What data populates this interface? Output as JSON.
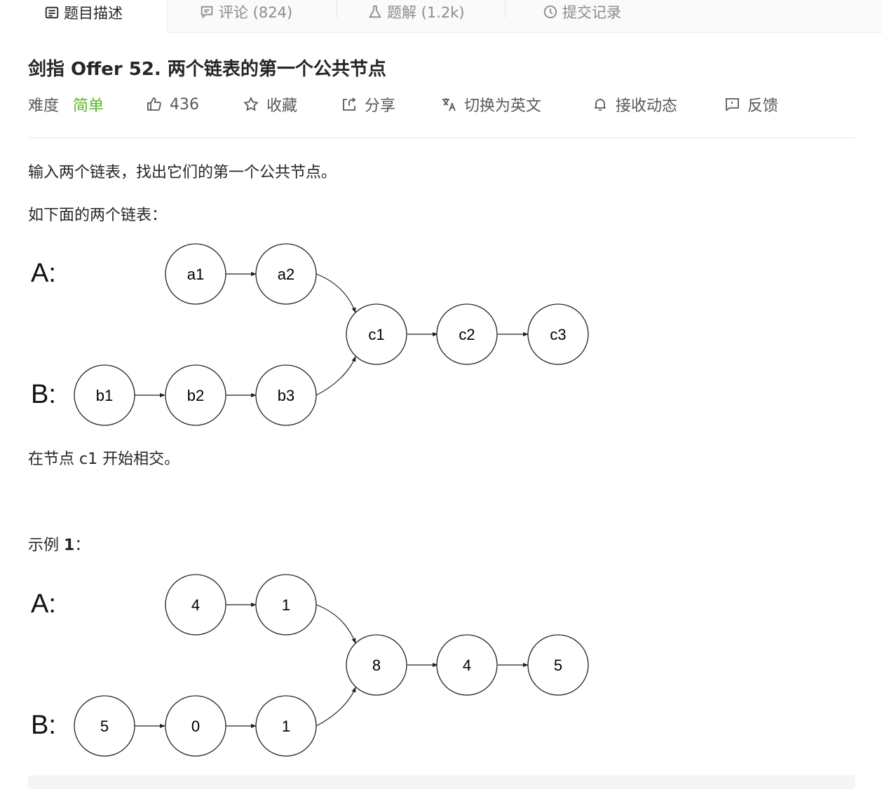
{
  "tabs": [
    {
      "label": "题目描述",
      "icon": "description-icon",
      "active": true
    },
    {
      "label": "评论 (824)",
      "icon": "comment-icon",
      "active": false
    },
    {
      "label": "题解 (1.2k)",
      "icon": "flask-icon",
      "active": false
    },
    {
      "label": "提交记录",
      "icon": "clock-icon",
      "active": false
    }
  ],
  "problem": {
    "title": "剑指 Offer 52. 两个链表的第一个公共节点",
    "difficulty_label": "难度",
    "difficulty": "简单",
    "difficulty_color": "#5ab726",
    "likes": "436",
    "actions": {
      "favorite": "收藏",
      "share": "分享",
      "translate": "切换为英文",
      "subscribe": "接收动态",
      "feedback": "反馈"
    }
  },
  "content": {
    "p1": "输入两个链表，找出它们的第一个公共节点。",
    "p2": "如下面的两个链表：",
    "p3": "在节点 c1 开始相交。",
    "example_prefix": "示例 ",
    "example_num": "1",
    "example_suffix": "："
  },
  "diagram1": {
    "label_a": "A:",
    "label_b": "B:",
    "a": [
      "a1",
      "a2"
    ],
    "b": [
      "b1",
      "b2",
      "b3"
    ],
    "c": [
      "c1",
      "c2",
      "c3"
    ]
  },
  "diagram2": {
    "label_a": "A:",
    "label_b": "B:",
    "a": [
      "4",
      "1"
    ],
    "b": [
      "5",
      "0",
      "1"
    ],
    "c": [
      "8",
      "4",
      "5"
    ]
  }
}
